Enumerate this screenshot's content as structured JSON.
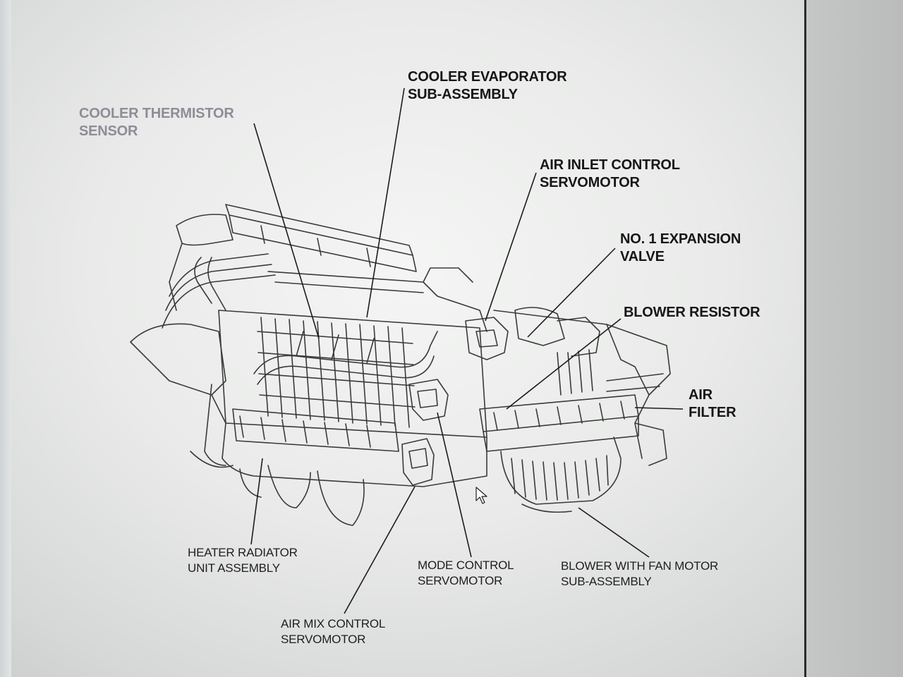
{
  "labels": {
    "cooler_thermistor": "COOLER THERMISTOR\nSENSOR",
    "cooler_evaporator": "COOLER EVAPORATOR\nSUB-ASSEMBLY",
    "air_inlet": "AIR INLET CONTROL\nSERVOMOTOR",
    "expansion_valve": "NO. 1 EXPANSION\nVALVE",
    "blower_resistor": "BLOWER RESISTOR",
    "air_filter": "AIR\nFILTER",
    "heater_radiator": "HEATER RADIATOR\nUNIT ASSEMBLY",
    "mode_control": "MODE CONTROL\nSERVOMOTOR",
    "blower_fan": "BLOWER WITH FAN MOTOR\nSUB-ASSEMBLY",
    "air_mix": "AIR MIX CONTROL\nSERVOMOTOR"
  },
  "colors": {
    "label_text": "#161616",
    "faint_label_text": "#8f8c97",
    "line_art": "#2b2b2b",
    "screen_background": "#eceded"
  },
  "icons": {
    "cursor": "mouse-pointer-icon"
  }
}
